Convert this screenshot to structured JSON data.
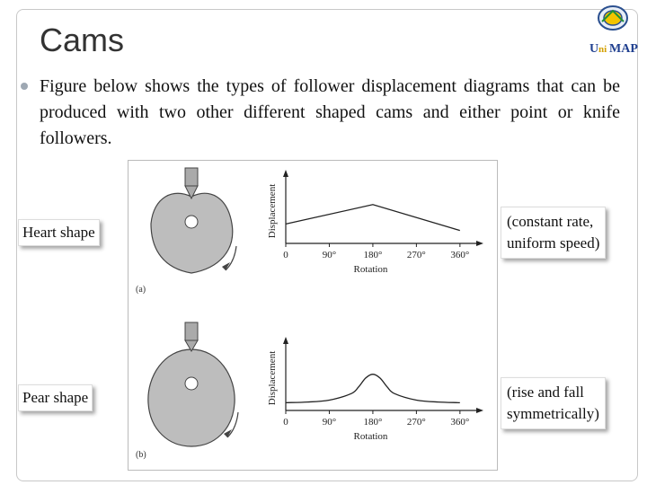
{
  "slide": {
    "title": "Cams",
    "body": "Figure below shows the types of follower displacement diagrams that can be produced with two other different shaped cams and either point or knife followers.",
    "logo_text": "UniMAP"
  },
  "callouts": {
    "heart": "Heart shape",
    "pear": "Pear shape",
    "constant": [
      "(constant rate,",
      "uniform speed)"
    ],
    "rise": [
      "(rise and fall",
      "symmetrically)"
    ]
  },
  "figure": {
    "panel_a_label": "(a)",
    "panel_b_label": "(b)"
  },
  "chart_data": [
    {
      "type": "line",
      "panel": "(a)",
      "xlabel": "Rotation",
      "ylabel": "Displacement",
      "x_ticks": [
        "0",
        "90°",
        "180°",
        "270°",
        "360°"
      ],
      "x": [
        0,
        180,
        360
      ],
      "y": [
        0.3,
        0.6,
        0.2
      ],
      "xlim": [
        0,
        390
      ],
      "ylim": [
        0,
        1
      ]
    },
    {
      "type": "line",
      "panel": "(b)",
      "xlabel": "Rotation",
      "ylabel": "Displacement",
      "x_ticks": [
        "0",
        "90°",
        "180°",
        "270°",
        "360°"
      ],
      "x": [
        0,
        45,
        90,
        135,
        150,
        165,
        180,
        195,
        210,
        225,
        270,
        315,
        360
      ],
      "y": [
        0.12,
        0.13,
        0.16,
        0.26,
        0.36,
        0.5,
        0.56,
        0.5,
        0.36,
        0.26,
        0.16,
        0.13,
        0.12
      ],
      "xlim": [
        0,
        390
      ],
      "ylim": [
        0,
        1
      ]
    }
  ]
}
